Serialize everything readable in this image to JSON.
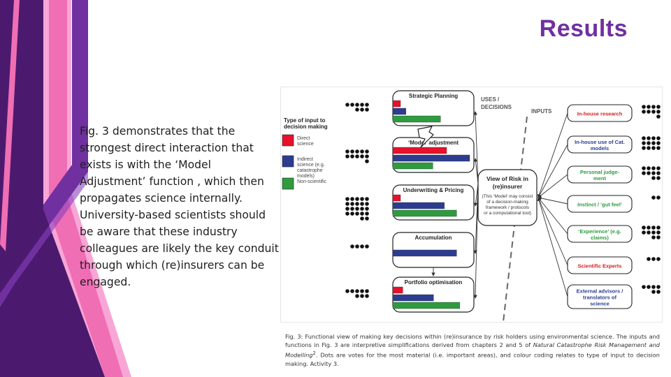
{
  "slide": {
    "title": "Results",
    "body": "Fig. 3 demonstrates that the strongest direct interaction that exists is with the ‘Model Adjustment’ function , which then propagates science internally. University-based scientists should be aware that these industry colleagues are likely the key conduit through which (re)insurers can be engaged.",
    "caption_start": "Fig. 3: Functional view of making key decisions within (re)insurance by risk holders using environmental science. The inputs and functions in Fig. 3 are interpretive simplifications derived from chapters 2 and 5 of ",
    "caption_book": "Natural Catastrophe Risk Management and Modelling",
    "caption_sup": "2",
    "caption_end": ". Dots are votes for the most material (i.e. important areas), and colour coding relates to type of input to decision making. Activity 3."
  },
  "colors": {
    "accent_purple": "#7030a0",
    "dark_purple": "#4b1a6e",
    "pink": "#f06eb4",
    "direct_science": "#e8102a",
    "indirect_science": "#2c3d91",
    "non_scientific": "#2e9c3e",
    "input_label_red": "#d42020"
  },
  "diagram": {
    "uses_label_1": "USES /",
    "uses_label_2": "DECISIONS",
    "inputs_label": "INPUTS",
    "legend_title_1": "Type of input to",
    "legend_title_2": "decision making",
    "legend": [
      {
        "lines": [
          "Direct",
          "science"
        ],
        "color": "#e8102a"
      },
      {
        "lines": [
          "Indirect",
          "science (e.g.",
          "catastrophe",
          "models)"
        ],
        "color": "#2c3d91"
      },
      {
        "lines": [
          "Non-scientific"
        ],
        "color": "#2e9c3e"
      }
    ],
    "decisions": [
      {
        "label": "Strategic Planning",
        "votes": 8,
        "bars": {
          "direct": 0.1,
          "indirect": 0.17,
          "non_scientific": 0.62
        }
      },
      {
        "label": "‘Model’ adjustment",
        "votes": 11,
        "bars": {
          "direct": 0.7,
          "indirect": 1.0,
          "non_scientific": 0.52
        }
      },
      {
        "label": "Underwriting & Pricing",
        "votes": 22,
        "bars": {
          "direct": 0.1,
          "indirect": 0.67,
          "non_scientific": 0.83
        }
      },
      {
        "label": "Accumulation",
        "votes": 4,
        "bars": {
          "direct": 0.0,
          "indirect": 0.83,
          "non_scientific": 0.0
        }
      },
      {
        "label": "Portfolio optimisation",
        "votes": 8,
        "bars": {
          "direct": 0.13,
          "indirect": 0.53,
          "non_scientific": 0.87
        }
      }
    ],
    "view_of_risk": {
      "title_1": "View of Risk in",
      "title_2": "(re)insurer",
      "note": [
        "(This ‘Model’ may consist",
        "of a decision-making",
        "framework / protocols",
        "or a computational tool)"
      ]
    },
    "inputs": [
      {
        "lines": [
          "In-house research"
        ],
        "color": "#d42020",
        "votes": 9
      },
      {
        "lines": [
          "In-house use of Cat.",
          "models"
        ],
        "color": "#2c3d91",
        "votes": 12
      },
      {
        "lines": [
          "Personal judge-",
          "ment"
        ],
        "color": "#2e9c3e",
        "votes": 10
      },
      {
        "lines": [
          "Instinct / ‘gut feel’"
        ],
        "color": "#2e9c3e",
        "votes": 2
      },
      {
        "lines": [
          "‘Experience’ (e.g.",
          "claims)"
        ],
        "color": "#2e9c3e",
        "votes": 10
      },
      {
        "lines": [
          "Scientific Experts"
        ],
        "color": "#d42020",
        "votes": 3
      },
      {
        "lines": [
          "External advisors /",
          "translators of",
          "science"
        ],
        "color": "#2c3d91",
        "votes": 6
      }
    ]
  }
}
